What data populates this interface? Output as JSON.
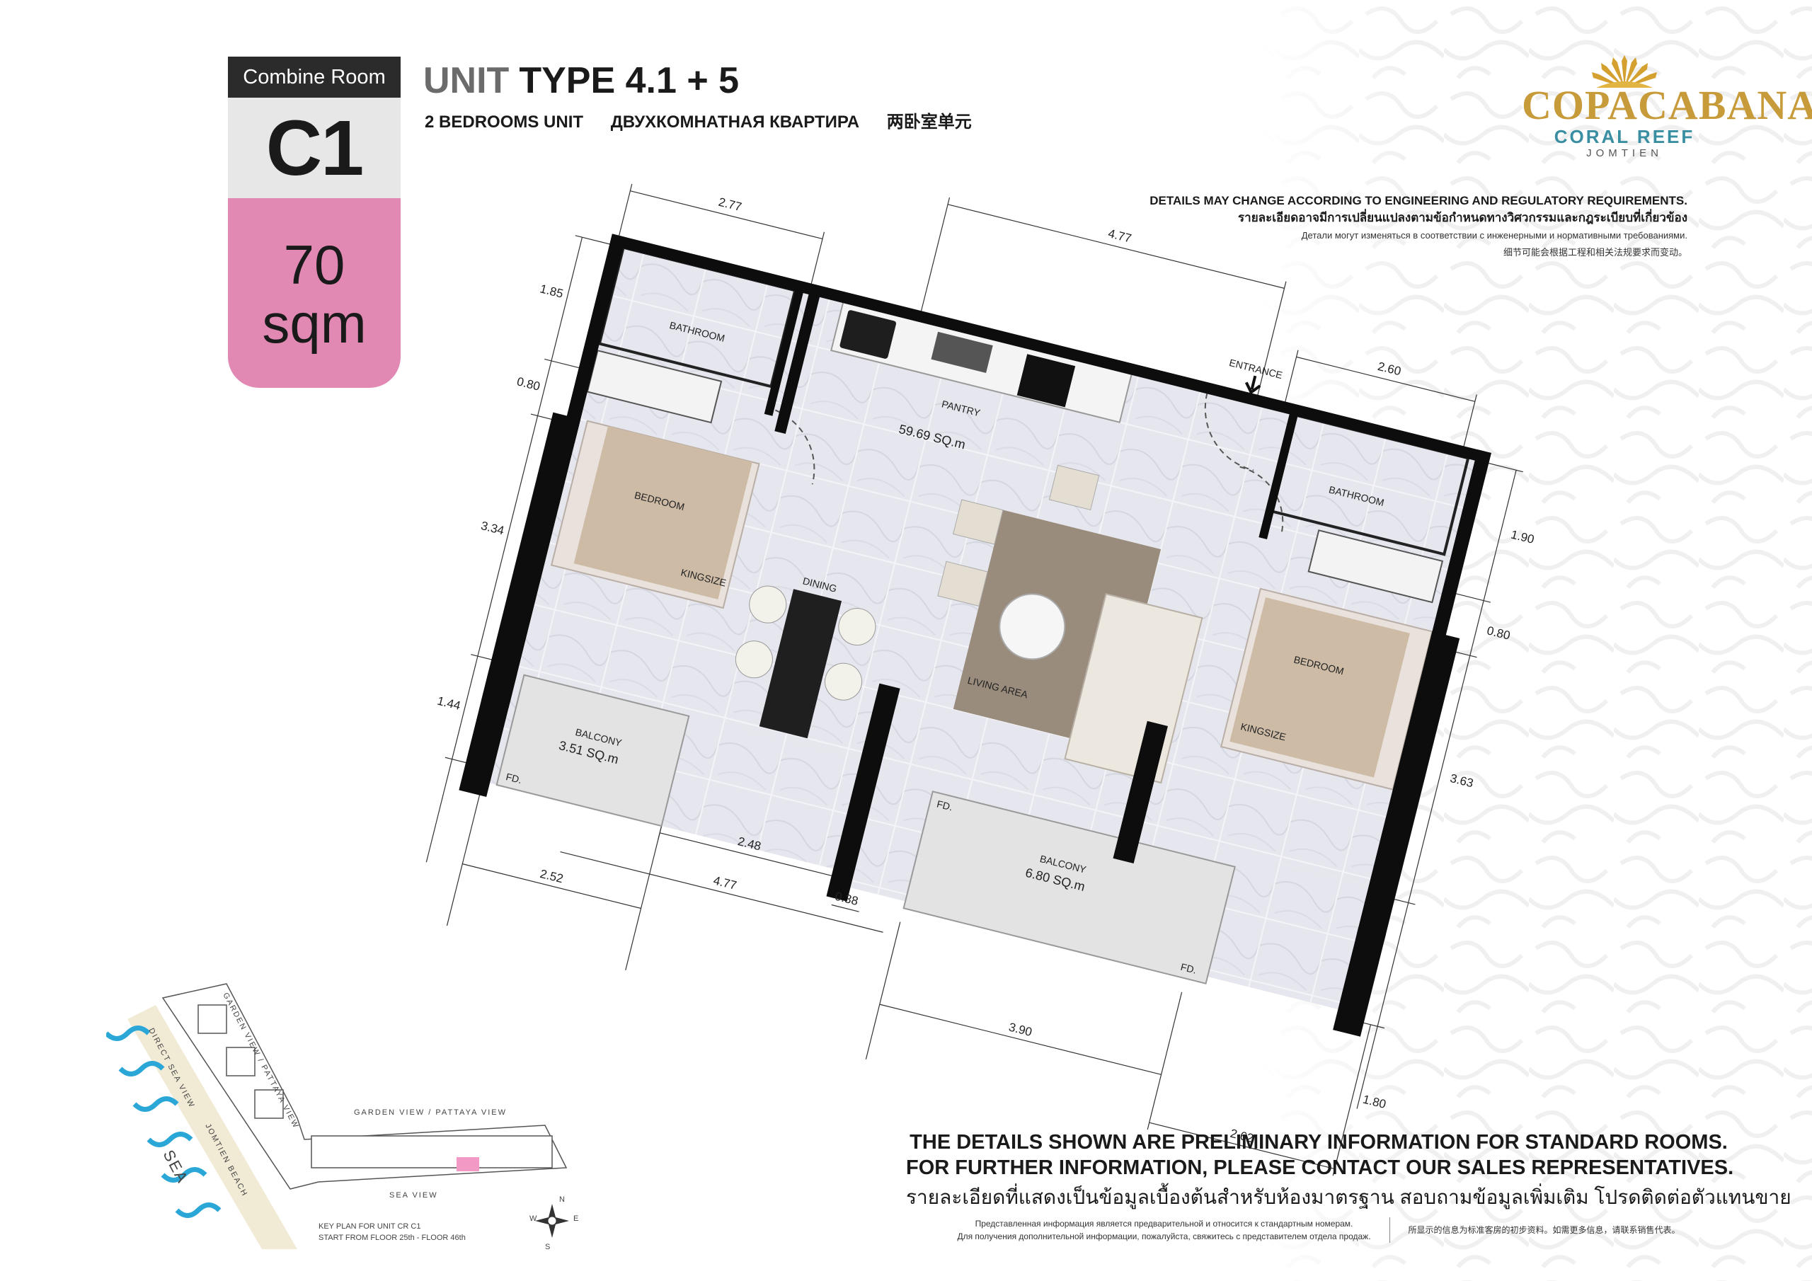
{
  "badge": {
    "label": "Combine Room",
    "code": "C1",
    "area_value": "70",
    "area_unit": "sqm"
  },
  "title": {
    "prefix": "UNIT",
    "main": "TYPE 4.1 + 5"
  },
  "subtitle": {
    "en": "2 BEDROOMS UNIT",
    "ru": "ДВУХКОМНАТНАЯ КВАРТИРА",
    "cn": "两卧室单元"
  },
  "logo": {
    "brand": "COPACABANA",
    "sub": "CORAL REEF",
    "location": "JOMTIEN"
  },
  "disclaimer_top": {
    "en": "DETAILS MAY CHANGE ACCORDING TO ENGINEERING AND REGULATORY REQUIREMENTS.",
    "th": "รายละเอียดอาจมีการเปลี่ยนแปลงตามข้อกำหนดทางวิศวกรรมและกฎระเบียบที่เกี่ยวข้อง",
    "ru": "Детали могут изменяться в соответствии с инженерными и нормативными требованиями.",
    "cn": "细节可能会根据工程和相关法规要求而变动。"
  },
  "disclaimer_bottom": {
    "en1": "THE DETAILS SHOWN ARE PRELIMINARY INFORMATION FOR STANDARD ROOMS.",
    "en2": "FOR FURTHER INFORMATION, PLEASE CONTACT OUR SALES REPRESENTATIVES.",
    "th": "รายละเอียดที่แสดงเป็นข้อมูลเบื้องต้นสำหรับห้องมาตรฐาน สอบถามข้อมูลเพิ่มเติม โปรดติดต่อตัวแทนขาย",
    "ru1": "Представленная информация является предварительной и относится к стандартным номерам.",
    "ru2": "Для получения дополнительной информации, пожалуйста, свяжитесь с представителем отдела продаж.",
    "cn": "所显示的信息为标准客房的初步资料。如需更多信息，请联系销售代表。"
  },
  "floor_plan": {
    "rooms": {
      "bathroom_left": "BATHROOM",
      "bathroom_right": "BATHROOM",
      "pantry": "PANTRY",
      "total_area": "59.69 SQ.m",
      "dining": "DINING",
      "living": "LIVING AREA",
      "bedroom_left": "BEDROOM",
      "bedroom_right": "BEDROOM",
      "kingsize_left": "KINGSIZE",
      "kingsize_right": "KINGSIZE",
      "entrance": "ENTRANCE",
      "balcony_left": "BALCONY",
      "balcony_left_area": "3.51 SQ.m",
      "balcony_right": "BALCONY",
      "balcony_right_area": "6.80 SQ.m",
      "fd1": "FD.",
      "fd2": "FD.",
      "fd3": "FD."
    },
    "dimensions": {
      "d277": "2.77",
      "d477top": "4.77",
      "d260": "2.60",
      "d185": "1.85",
      "d080left": "0.80",
      "d334": "3.34",
      "d144": "1.44",
      "d190": "1.90",
      "d080right": "0.80",
      "d363": "3.63",
      "d248": "2.48",
      "d038": "0.38",
      "d477bottom": "4.77",
      "d252": "2.52",
      "d390": "3.90",
      "d262": "2.62",
      "d180": "1.80"
    }
  },
  "key_plan": {
    "garden_view_top": "GARDEN VIEW / PATTAYA VIEW",
    "garden_view_diag": "GARDEN VIEW / PATTAYA VIEW",
    "direct_sea_view": "DIRECT SEA VIEW",
    "jomtien_beach": "JOMTIEN BEACH",
    "sea_view": "SEA VIEW",
    "sea": "SEA",
    "caption1": "KEY PLAN FOR UNIT CR C1",
    "caption2": "START FROM FLOOR 25th - FLOOR 46th",
    "compass_n": "N",
    "compass_s": "S",
    "compass_e": "E",
    "compass_w": "W",
    "highlight_color": "#f29ac5"
  },
  "colors": {
    "badge_pink": "#e189b3",
    "badge_dark": "#2b2b2b",
    "logo_gold": "#c79a3a",
    "logo_teal": "#3a8ea2",
    "wall": "#0d0d0d"
  }
}
